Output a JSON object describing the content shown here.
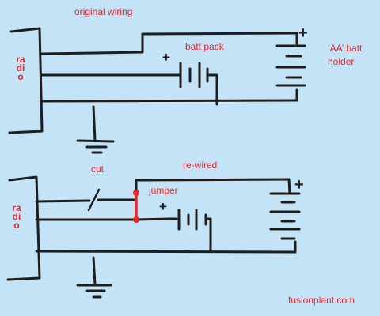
{
  "labels": {
    "title_original": "original wiring",
    "batt_pack": "batt pack",
    "aa_holder_line1": "‘AA’ batt",
    "aa_holder_line2": "holder",
    "title_rewired": "re-wired",
    "cut": "cut",
    "jumper": "jumper",
    "radio_top": "radio",
    "radio_bottom": "radio",
    "credit": "fusionplant.com",
    "plus": "+"
  },
  "colors": {
    "background": "#c5e3f7",
    "ink": "#1e1e1e",
    "label_red": "#e8262a",
    "jumper_red": "#e8262a"
  }
}
